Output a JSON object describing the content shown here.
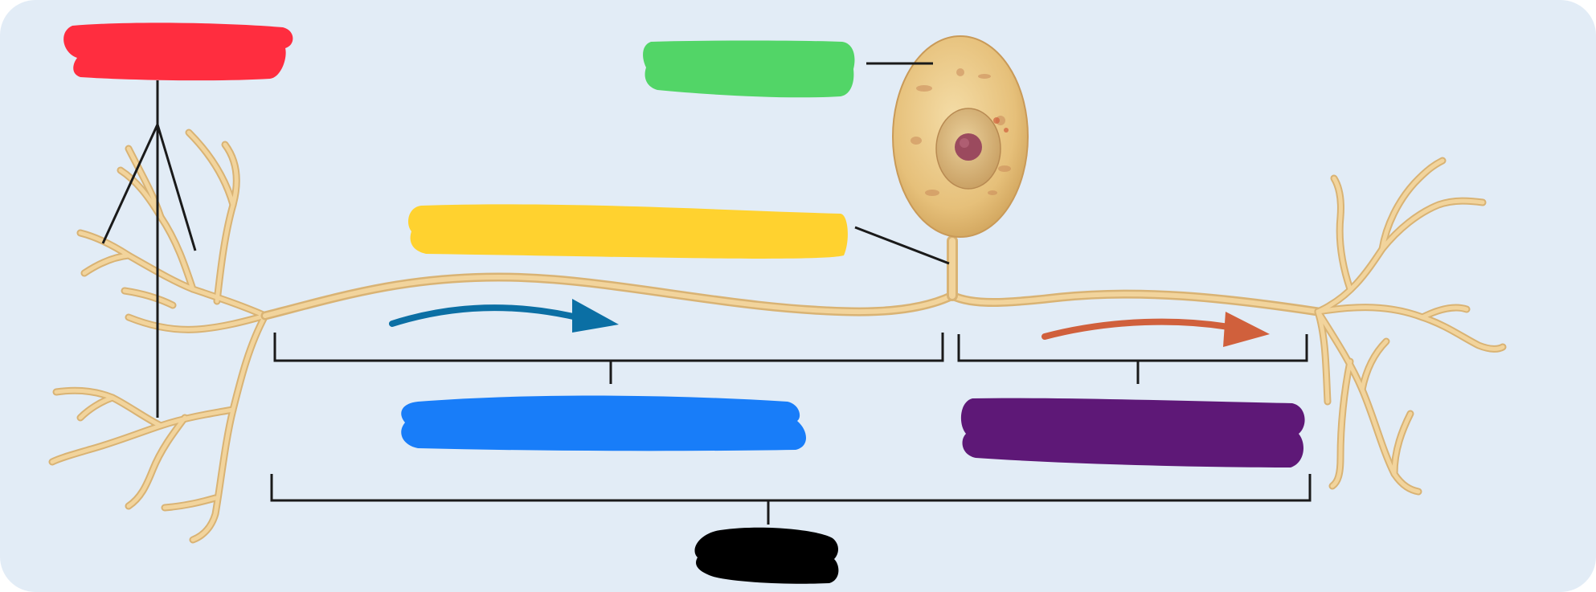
{
  "colors": {
    "panel_bg": "#e2ecf6",
    "neuron_fill": "#f2d49c",
    "neuron_stroke": "#d9b374",
    "soma_core": "#e6c07a",
    "nucleus": "#c9a06a",
    "nucleolus": "#9b4a5e",
    "leader": "#1a1a1a",
    "label_red": "#ff2d3f",
    "label_green": "#52d567",
    "label_yellow": "#ffd22f",
    "label_blue": "#187df9",
    "label_purple": "#5e1877",
    "label_black": "#000000",
    "arrow_blue": "#0b6fa4",
    "arrow_orange": "#d0603c"
  },
  "diagram": {
    "hidden_labels": [
      {
        "id": "red",
        "name": "label-red",
        "color_key": "label_red"
      },
      {
        "id": "green",
        "name": "label-green",
        "color_key": "label_green"
      },
      {
        "id": "yellow",
        "name": "label-yellow",
        "color_key": "label_yellow"
      },
      {
        "id": "blue",
        "name": "label-blue",
        "color_key": "label_blue"
      },
      {
        "id": "purple",
        "name": "label-purple",
        "color_key": "label_purple"
      },
      {
        "id": "black",
        "name": "label-black",
        "color_key": "label_black"
      }
    ],
    "arrows": [
      {
        "name": "signal-arrow-left",
        "color_key": "arrow_blue"
      },
      {
        "name": "signal-arrow-right",
        "color_key": "arrow_orange"
      }
    ]
  }
}
